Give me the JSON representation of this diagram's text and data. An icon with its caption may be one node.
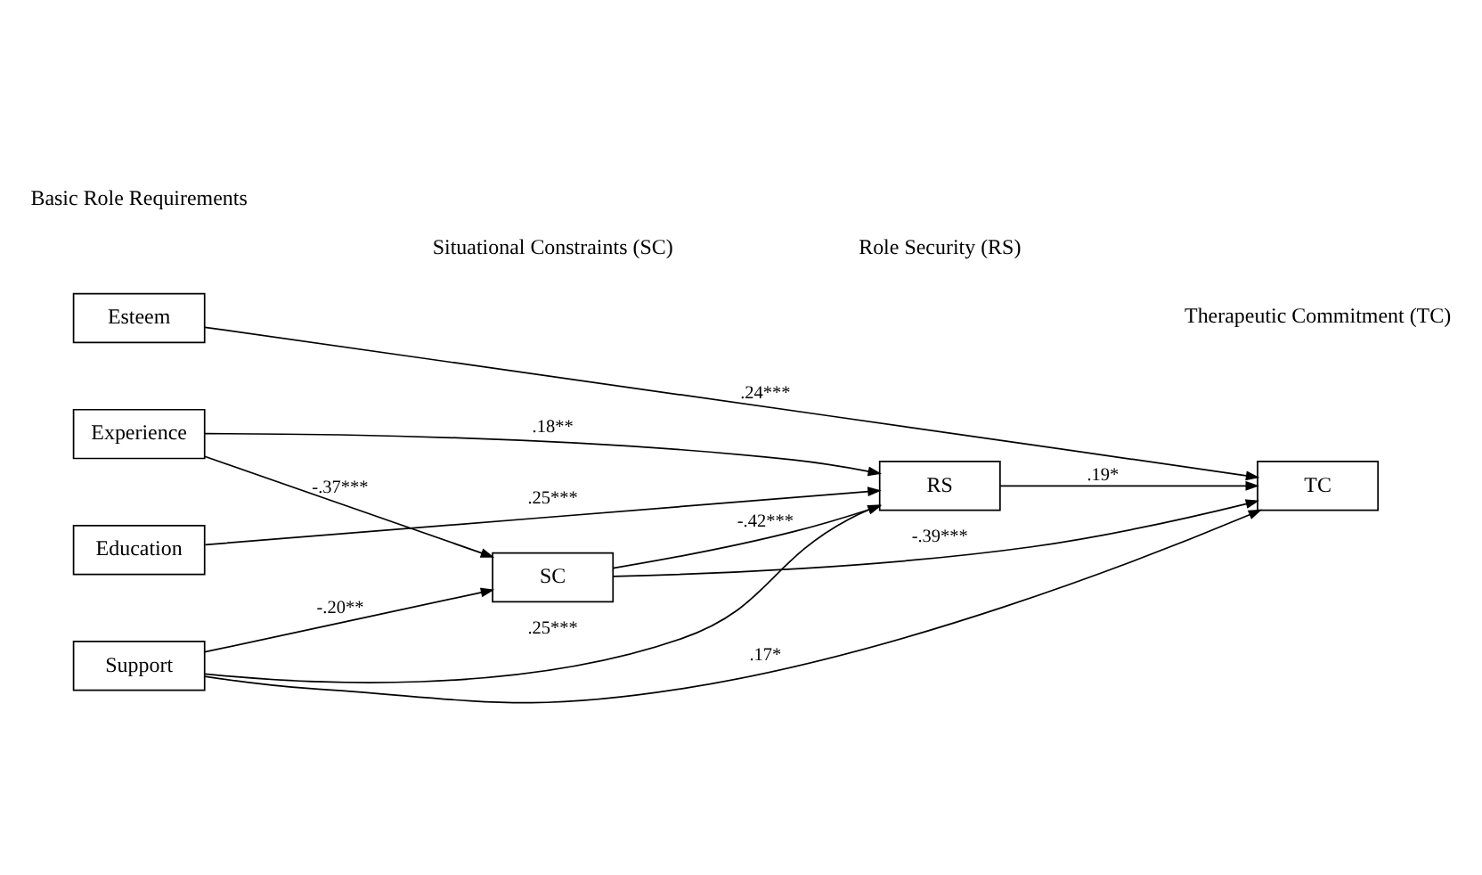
{
  "diagram": {
    "nodes": [
      {
        "text": [
          "Esteem"
        ]
      },
      {
        "text": [
          "Experience"
        ]
      },
      {
        "text": [
          "Education"
        ]
      },
      {
        "text": [
          "Support"
        ]
      },
      {
        "text": [
          "SC"
        ]
      },
      {
        "text": [
          "RS"
        ]
      },
      {
        "text": [
          "TC"
        ]
      }
    ],
    "edges": [
      {
        "from": 0,
        "to": 6,
        "arrow": "to",
        "label": ".24***"
      },
      {
        "from": 4,
        "to": 6,
        "arrow": "to",
        "label": "-.39***"
      },
      {
        "from": 1,
        "to": 5,
        "arrow": "to",
        "label": ".18**"
      },
      {
        "from": 1,
        "to": 4,
        "arrow": "to",
        "label": "-.37***"
      },
      {
        "from": 4,
        "to": 5,
        "arrow": "to",
        "label": "-.42***"
      },
      {
        "from": 5,
        "to": 6,
        "arrow": "to",
        "label": ".19*"
      },
      {
        "from": 2,
        "to": 5,
        "arrow": "to",
        "label": ".25***"
      },
      {
        "from": 3,
        "to": 4,
        "arrow": "to",
        "label": "-.20**"
      },
      {
        "from": 3,
        "to": 5,
        "arrow": "to",
        "label": ".25***"
      },
      {
        "from": 3,
        "to": 6,
        "arrow": "to",
        "label": ".17*"
      }
    ],
    "labels": [
      "Basic Role Requirements",
      "Situational Constraints (SC)",
      "Role Security (RS)",
      "Therapeutic Commitment (TC)"
    ]
  }
}
